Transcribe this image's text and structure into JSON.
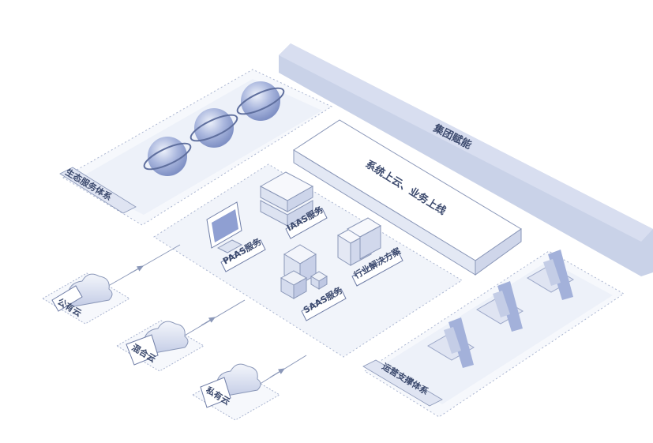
{
  "labels": {
    "group_enable": "集团赋能",
    "system_cloud": "系统上云、业务上线",
    "eco_service": "生态服务体系",
    "ops_support": "运营支撑体系",
    "iaas": "IAAS服务",
    "paas": "PAAS服务",
    "saas": "SAAS服务",
    "industry": "行业解决方案",
    "public_cloud": "公有云",
    "hybrid_cloud": "混合云",
    "private_cloud": "私有云"
  },
  "colors": {
    "band": "#c9d2e8",
    "panel": "#eef2f9",
    "line": "#8a97b8",
    "accent": "#9aaad6",
    "label_text": "#3c4a6e"
  }
}
